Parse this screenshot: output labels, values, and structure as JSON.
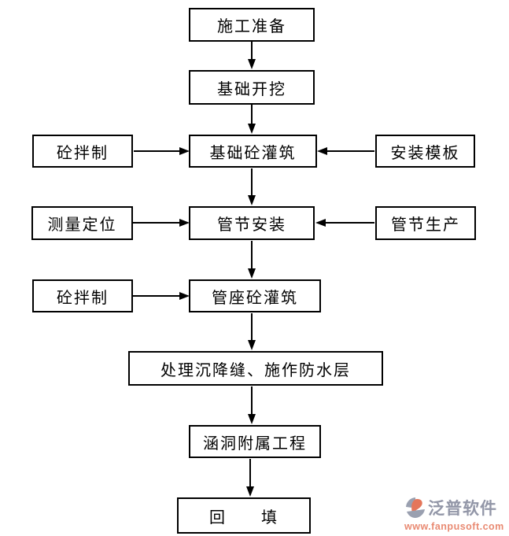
{
  "flowchart": {
    "boxes": [
      {
        "id": "construction-prep",
        "label": "施工准备"
      },
      {
        "id": "foundation-excavation",
        "label": "基础开挖"
      },
      {
        "id": "concrete-mixing-1",
        "label": "砼拌制"
      },
      {
        "id": "foundation-concrete-pouring",
        "label": "基础砼灌筑"
      },
      {
        "id": "formwork-installation",
        "label": "安装模板"
      },
      {
        "id": "survey-positioning",
        "label": "测量定位"
      },
      {
        "id": "pipe-section-installation",
        "label": "管节安装"
      },
      {
        "id": "pipe-section-production",
        "label": "管节生产"
      },
      {
        "id": "concrete-mixing-2",
        "label": "砼拌制"
      },
      {
        "id": "pipe-seat-concrete-pouring",
        "label": "管座砼灌筑"
      },
      {
        "id": "settlement-joint-waterproofing",
        "label": "处理沉降缝、施作防水层"
      },
      {
        "id": "culvert-auxiliary-works",
        "label": "涵洞附属工程"
      },
      {
        "id": "backfill",
        "label": "回　　填"
      }
    ],
    "connections": [
      {
        "from": "construction-prep",
        "to": "foundation-excavation"
      },
      {
        "from": "foundation-excavation",
        "to": "foundation-concrete-pouring"
      },
      {
        "from": "concrete-mixing-1",
        "to": "foundation-concrete-pouring"
      },
      {
        "from": "formwork-installation",
        "to": "foundation-concrete-pouring"
      },
      {
        "from": "foundation-concrete-pouring",
        "to": "pipe-section-installation"
      },
      {
        "from": "survey-positioning",
        "to": "pipe-section-installation"
      },
      {
        "from": "pipe-section-production",
        "to": "pipe-section-installation"
      },
      {
        "from": "pipe-section-installation",
        "to": "pipe-seat-concrete-pouring"
      },
      {
        "from": "concrete-mixing-2",
        "to": "pipe-seat-concrete-pouring"
      },
      {
        "from": "pipe-seat-concrete-pouring",
        "to": "settlement-joint-waterproofing"
      },
      {
        "from": "settlement-joint-waterproofing",
        "to": "culvert-auxiliary-works"
      },
      {
        "from": "culvert-auxiliary-works",
        "to": "backfill"
      }
    ],
    "line_color": "#000000",
    "box_background": "#ffffff"
  },
  "watermark": {
    "brand": "泛普软件",
    "url": "www.fanpusoft.com",
    "brand_color": "#9296a7",
    "url_color": "#e98a72",
    "icon_gray": "#9aa0b0",
    "icon_salmon": "#e4765a"
  }
}
